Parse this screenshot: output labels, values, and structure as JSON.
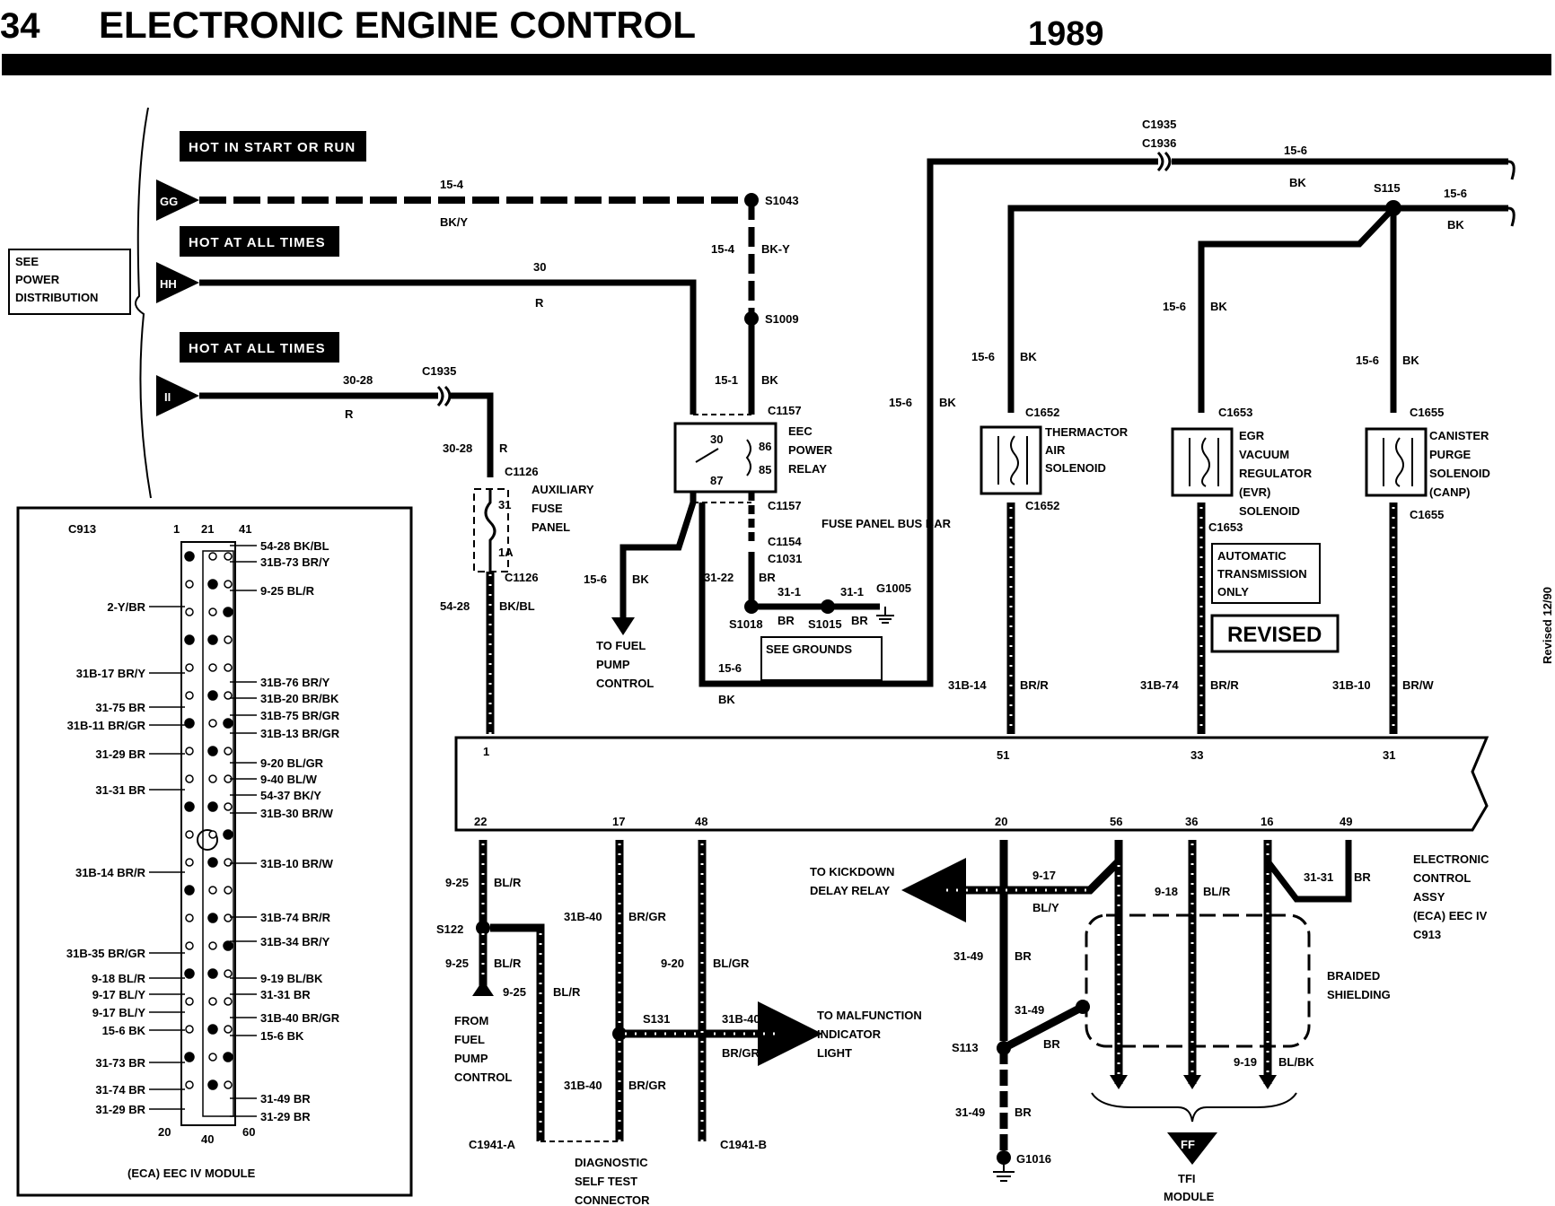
{
  "header": {
    "page_number": "34",
    "title": "ELECTRONIC ENGINE CONTROL",
    "year": "1989"
  },
  "side_note": "Revised 12/90",
  "power_labels": {
    "hot_start_run": "HOT IN START OR RUN",
    "hot_all_times_1": "HOT AT ALL TIMES",
    "hot_all_times_2": "HOT AT ALL TIMES"
  },
  "see_power": [
    "SEE",
    "POWER",
    "DISTRIBUTION"
  ],
  "sources": {
    "gg": "GG",
    "hh": "HH",
    "ii": "II",
    "ff": "FF"
  },
  "wires": {
    "w15_4": "15-4",
    "bk_y": "BK/Y",
    "w15_4b": "15-4",
    "bk_y2": "BK-Y",
    "w30": "30",
    "r1": "R",
    "w30_28": "30-28",
    "r2": "R",
    "w30_28b": "30-28",
    "r3": "R",
    "w15_1": "15-1",
    "bk1": "BK",
    "w15_6_top": "15-6",
    "bk_top": "BK",
    "w15_6_right": "15-6",
    "bk_right": "BK",
    "w15_6_v": "15-6",
    "bk_v": "BK",
    "w15_6_t": "15-6",
    "bk_t": "BK",
    "w15_6_e": "15-6",
    "bk_e": "BK",
    "w15_6_c": "15-6",
    "bk_c": "BK",
    "w15_6_fuel": "15-6",
    "bk_fuel": "BK",
    "w15_6_bus": "15-6",
    "bk_bus": "BK",
    "w31_22": "31-22",
    "br1": "BR",
    "w31_1a": "31-1",
    "w31_1b": "31-1",
    "br2": "BR",
    "br3": "BR",
    "w54_28": "54-28",
    "bk_bl": "BK/BL",
    "w31b_14": "31B-14",
    "br_r1": "BR/R",
    "w31b_74": "31B-74",
    "br_r2": "BR/R",
    "w31b_10": "31B-10",
    "br_w": "BR/W",
    "w9_25a": "9-25",
    "bl_r1": "BL/R",
    "w9_25b": "9-25",
    "bl_r2": "BL/R",
    "w9_25c": "9-25",
    "bl_r3": "BL/R",
    "w31b_40a": "31B-40",
    "br_gr1": "BR/GR",
    "w31b_40b": "31B-40",
    "br_gr2": "BR/GR",
    "w31b_40c": "31B-40",
    "br_gr3": "BR/GR",
    "w9_20": "9-20",
    "bl_gr": "BL/GR",
    "w9_17": "9-17",
    "bl_y": "BL/Y",
    "w31_49a": "31-49",
    "br4": "BR",
    "w31_49b": "31-49",
    "br5": "BR",
    "w31_49c": "31-49",
    "br6": "BR",
    "w9_18": "9-18",
    "bl_r4": "BL/R",
    "w9_19": "9-19",
    "bl_bk": "BL/BK",
    "w31_31": "31-31",
    "br7": "BR"
  },
  "connectors": {
    "c1935_top": "C1935",
    "c1936": "C1936",
    "c1935_left": "C1935",
    "s1043": "S1043",
    "s1009": "S1009",
    "s115": "S115",
    "c1157a": "C1157",
    "c1157b": "C1157",
    "c1154": "C1154",
    "c1031": "C1031",
    "s1018": "S1018",
    "s1015": "S1015",
    "g1005": "G1005",
    "c1126a": "C1126",
    "c1126b": "C1126",
    "c1652a": "C1652",
    "c1652b": "C1652",
    "c1653a": "C1653",
    "c1653b": "C1653",
    "c1655a": "C1655",
    "c1655b": "C1655",
    "s122": "S122",
    "s131": "S131",
    "s113": "S113",
    "g1016": "G1016",
    "c1941a": "C1941-A",
    "c1941b": "C1941-B",
    "c913": "C913"
  },
  "components": {
    "relay": [
      "EEC",
      "POWER",
      "RELAY"
    ],
    "relay_pins": [
      "30",
      "86",
      "85",
      "87"
    ],
    "aux_fuse": [
      "AUXILIARY",
      "FUSE",
      "PANEL"
    ],
    "aux_pins": [
      "31",
      "1A"
    ],
    "fuse_bus": "FUSE PANEL BUS BAR",
    "see_grounds": "SEE GROUNDS",
    "fuel_pump_to": [
      "TO FUEL",
      "PUMP",
      "CONTROL"
    ],
    "thermactor": [
      "THERMACTOR",
      "AIR",
      "SOLENOID"
    ],
    "egr": [
      "EGR",
      "VACUUM",
      "REGULATOR",
      "(EVR)",
      "SOLENOID"
    ],
    "canister": [
      "CANISTER",
      "PURGE",
      "SOLENOID",
      "(CANP)"
    ],
    "auto_trans": [
      "AUTOMATIC",
      "TRANSMISSION",
      "ONLY"
    ],
    "revised": "REVISED",
    "eca": [
      "ELECTRONIC",
      "CONTROL",
      "ASSY",
      "(ECA) EEC IV",
      "C913"
    ],
    "kickdown": [
      "TO KICKDOWN",
      "DELAY RELAY"
    ],
    "malfunction": [
      "TO MALFUNCTION",
      "INDICATOR",
      "LIGHT"
    ],
    "from_fuel": [
      "FROM",
      "FUEL",
      "PUMP",
      "CONTROL"
    ],
    "diag": [
      "DIAGNOSTIC",
      "SELF TEST",
      "CONNECTOR"
    ],
    "braided": [
      "BRAIDED",
      "SHIELDING"
    ],
    "tfi": [
      "TFI",
      "MODULE"
    ]
  },
  "eca_pins": {
    "p1": "1",
    "p51": "51",
    "p33": "33",
    "p31": "31",
    "p22": "22",
    "p17": "17",
    "p48": "48",
    "p20": "20",
    "p56": "56",
    "p36": "36",
    "p16": "16",
    "p49": "49"
  },
  "module_inset": {
    "caption": "(ECA) EEC IV MODULE",
    "top_pins": [
      "1",
      "21",
      "41"
    ],
    "bottom_pins": [
      "20",
      "40",
      "60"
    ],
    "right_labels": [
      "54-28 BK/BL",
      "31B-73 BR/Y",
      "9-25 BL/R",
      "31B-76 BR/Y",
      "31B-20 BR/BK",
      "31B-75 BR/GR",
      "31B-13 BR/GR",
      "9-20 BL/GR",
      "9-40 BL/W",
      "54-37 BK/Y",
      "31B-30 BR/W",
      "31B-10 BR/W",
      "31B-74 BR/R",
      "31B-34 BR/Y",
      "9-19 BL/BK",
      "31-31 BR",
      "31B-40 BR/GR",
      "15-6 BK",
      "31-49 BR",
      "31-29 BR"
    ],
    "left_labels": [
      "2-Y/BR",
      "31B-17 BR/Y",
      "31-75 BR",
      "31B-11 BR/GR",
      "31-29 BR",
      "31-31 BR",
      "31B-14 BR/R",
      "31B-35 BR/GR",
      "9-18 BL/R",
      "9-17 BL/Y",
      "9-17 BL/Y",
      "15-6 BK",
      "31-73 BR",
      "31-74 BR",
      "31-29 BR"
    ]
  }
}
